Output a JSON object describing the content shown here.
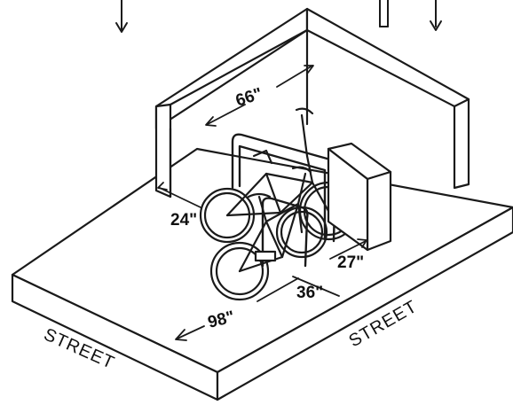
{
  "dimensions": {
    "top_width": "66\"",
    "side_gap": "24\"",
    "right_gap": "27\"",
    "front_depth": "36\"",
    "overall_length": "98\""
  },
  "labels": {
    "street_left": "STREET",
    "street_right": "STREET"
  },
  "colors": {
    "ink": "#1a1a1a",
    "background": "#ffffff"
  }
}
